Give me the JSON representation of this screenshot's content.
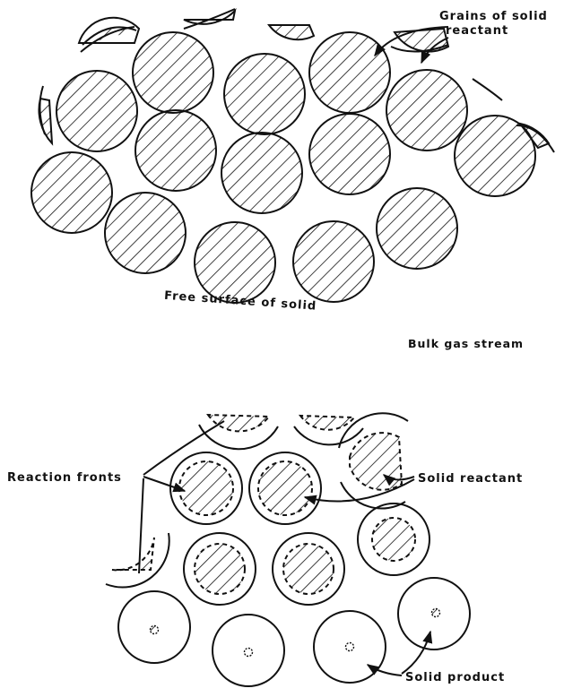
{
  "labels": {
    "grains_line1": "Grains of solid",
    "grains_line2": "reactant",
    "free_surface": "Free surface of solid",
    "bulk_gas": "Bulk gas stream",
    "reaction_fronts": "Reaction fronts",
    "solid_reactant": "Solid reactant",
    "solid_product": "Solid product"
  },
  "colors": {
    "ink": "#111111",
    "background": "#ffffff"
  }
}
